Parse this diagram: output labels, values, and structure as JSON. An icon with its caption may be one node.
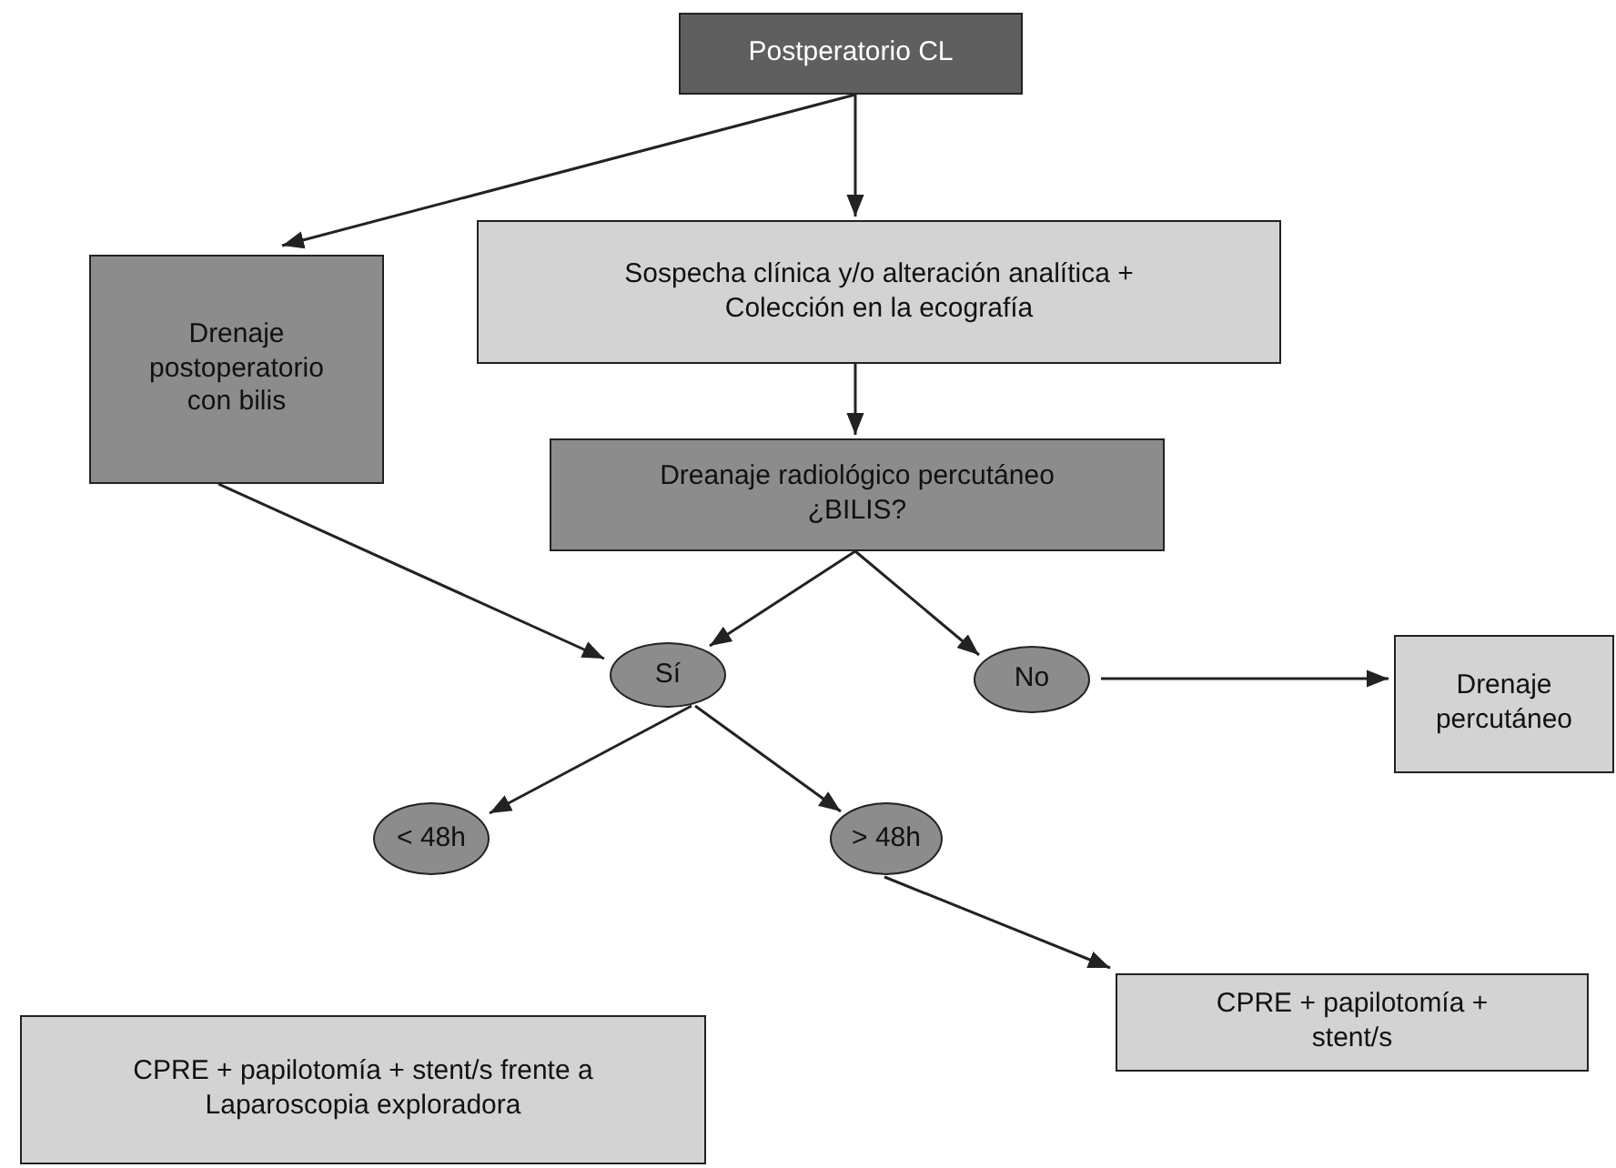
{
  "diagram": {
    "nodes": [
      {
        "text": [
          "Postperatorio CL"
        ]
      },
      {
        "text": [
          "Drenaje postoperatorio con bilis"
        ]
      },
      {
        "text": [
          "Sospecha clínica y/o alteración analítica + Colección en la ecografía"
        ]
      },
      {
        "text": [
          "Dreanaje radiológico percutáneo ¿BILIS?"
        ]
      },
      {
        "text": [
          "Sí"
        ]
      },
      {
        "text": [
          "No"
        ]
      },
      {
        "text": [
          "Drenaje percutáneo"
        ]
      },
      {
        "text": [
          "< 48h"
        ]
      },
      {
        "text": [
          "> 48h"
        ]
      },
      {
        "text": [
          "CPRE + papilotomía + stent/s"
        ]
      },
      {
        "text": [
          "CPRE + papilotomía + stent/s frente a Laparoscopia exploradora"
        ]
      }
    ],
    "edges": [
      {
        "from": 0,
        "to": 1,
        "arrow": "to"
      },
      {
        "from": 0,
        "to": 2,
        "arrow": "to"
      },
      {
        "from": 2,
        "to": 3,
        "arrow": "to"
      },
      {
        "from": 1,
        "to": 4,
        "arrow": "to"
      },
      {
        "from": 3,
        "to": 4,
        "arrow": "to"
      },
      {
        "from": 3,
        "to": 5,
        "arrow": "to"
      },
      {
        "from": 5,
        "to": 6,
        "arrow": "to"
      },
      {
        "from": 4,
        "to": 7,
        "arrow": "to"
      },
      {
        "from": 4,
        "to": 8,
        "arrow": "to"
      },
      {
        "from": 8,
        "to": 9,
        "arrow": "to"
      }
    ]
  }
}
